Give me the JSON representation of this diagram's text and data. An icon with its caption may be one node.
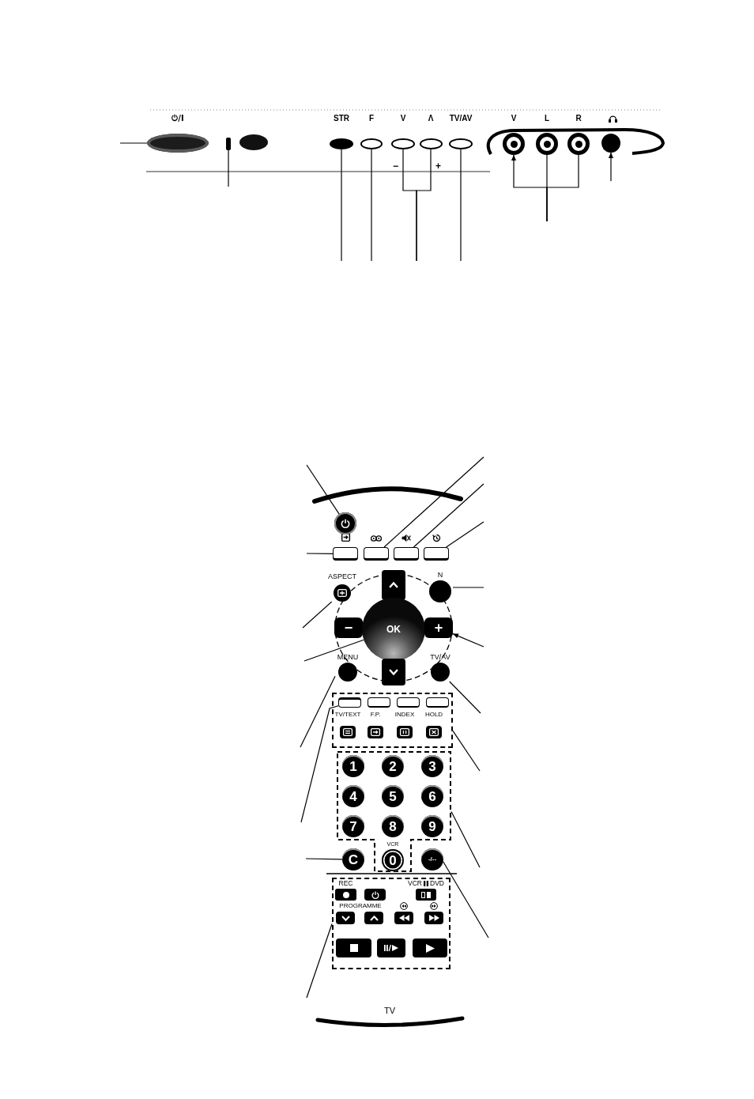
{
  "diagram": {
    "nodes": [
      {
        "text": [
          "⏻/I"
        ]
      },
      {
        "text": [],
        "shape": "bar"
      },
      {
        "text": [
          "STR"
        ]
      },
      {
        "text": [
          "F"
        ]
      },
      {
        "text": [
          "V"
        ]
      },
      {
        "text": [
          "Λ"
        ]
      },
      {
        "text": [
          "TV/AV"
        ]
      },
      {
        "text": [
          "V"
        ]
      },
      {
        "text": [
          "L"
        ]
      },
      {
        "text": [
          "R"
        ]
      },
      {
        "text": [],
        "shape": "circle"
      },
      {
        "text": [],
        "shape": "circle"
      },
      {
        "text": [],
        "shape": "box"
      },
      {
        "text": [],
        "shape": "box"
      },
      {
        "text": [],
        "shape": "box"
      },
      {
        "text": [],
        "shape": "box"
      },
      {
        "text": [
          "ASPECT"
        ]
      },
      {
        "text": [],
        "shape": "box"
      },
      {
        "text": [
          "N"
        ]
      },
      {
        "text": [
          "−"
        ]
      },
      {
        "text": [
          "OK"
        ]
      },
      {
        "text": [
          "+"
        ]
      },
      {
        "text": [
          "MENU"
        ]
      },
      {
        "text": [],
        "shape": "box"
      },
      {
        "text": [
          "TV/AV"
        ]
      },
      {
        "text": [],
        "shape": "box"
      },
      {
        "text": [],
        "shape": "box",
        "in": 25
      },
      {
        "text": [],
        "shape": "box",
        "in": 25
      },
      {
        "text": [],
        "shape": "box",
        "in": 25
      },
      {
        "text": [],
        "shape": "box",
        "in": 25
      },
      {
        "text": [
          "TV/TEXT"
        ],
        "in": 25
      },
      {
        "text": [
          "F.P."
        ],
        "in": 25
      },
      {
        "text": [
          "INDEX"
        ],
        "in": 25
      },
      {
        "text": [
          "HOLD"
        ],
        "in": 25
      },
      {
        "text": [],
        "shape": "box"
      },
      {
        "text": [
          "1"
        ],
        "in": 34
      },
      {
        "text": [
          "2"
        ],
        "in": 34
      },
      {
        "text": [
          "3"
        ],
        "in": 34
      },
      {
        "text": [
          "4"
        ],
        "in": 34
      },
      {
        "text": [
          "5"
        ],
        "in": 34
      },
      {
        "text": [
          "6"
        ],
        "in": 34
      },
      {
        "text": [
          "7"
        ],
        "in": 34
      },
      {
        "text": [
          "8"
        ],
        "in": 34
      },
      {
        "text": [
          "9"
        ],
        "in": 34
      },
      {
        "text": [
          "C"
        ]
      },
      {
        "text": [
          "VCR",
          "0"
        ],
        "in": 34
      },
      {
        "text": [
          "-/--"
        ]
      },
      {
        "text": [],
        "shape": "box"
      },
      {
        "text": [
          "REC"
        ],
        "in": 47
      },
      {
        "text": [],
        "shape": "box",
        "in": 47
      },
      {
        "text": [
          "VCR",
          "DVD"
        ],
        "in": 47
      },
      {
        "text": [],
        "shape": "box",
        "in": 47
      },
      {
        "text": [],
        "shape": "box",
        "in": 47
      },
      {
        "text": [],
        "shape": "box",
        "in": 47
      },
      {
        "text": [],
        "shape": "box",
        "in": 47
      },
      {
        "text": [],
        "shape": "box",
        "in": 47
      },
      {
        "text": [],
        "shape": "box",
        "in": 47
      },
      {
        "text": [],
        "shape": "box",
        "in": 47
      }
    ],
    "edges": [
      {
        "from": null,
        "to": 0,
        "arrow": "none"
      },
      {
        "from": null,
        "to": 1,
        "arrow": "none"
      },
      {
        "from": null,
        "to": 2,
        "arrow": "none"
      },
      {
        "from": null,
        "to": 3,
        "arrow": "none"
      },
      {
        "from": null,
        "to": 4,
        "arrow": "none"
      },
      {
        "from": null,
        "to": 5,
        "arrow": "none"
      },
      {
        "from": null,
        "to": 6,
        "arrow": "none"
      },
      {
        "from": null,
        "to": 7,
        "arrow": "to"
      },
      {
        "from": null,
        "to": 8,
        "arrow": "none"
      },
      {
        "from": null,
        "to": 9,
        "arrow": "none"
      },
      {
        "from": null,
        "to": 10,
        "arrow": "to"
      },
      {
        "from": null,
        "to": 11,
        "arrow": "none"
      },
      {
        "from": null,
        "to": 12,
        "arrow": "none"
      },
      {
        "from": null,
        "to": 13,
        "arrow": "none"
      },
      {
        "from": null,
        "to": 14,
        "arrow": "none"
      },
      {
        "from": null,
        "to": 15,
        "arrow": "none"
      },
      {
        "from": null,
        "to": 16,
        "arrow": "none"
      },
      {
        "from": null,
        "to": 18,
        "arrow": "none"
      },
      {
        "from": null,
        "to": 20,
        "arrow": "none"
      },
      {
        "from": null,
        "to": 21,
        "arrow": "to"
      },
      {
        "from": null,
        "to": 22,
        "arrow": "none"
      },
      {
        "from": null,
        "to": 24,
        "arrow": "none"
      },
      {
        "from": null,
        "to": 26,
        "arrow": "none"
      },
      {
        "from": null,
        "to": 25,
        "arrow": "none"
      },
      {
        "from": null,
        "to": 34,
        "arrow": "none"
      },
      {
        "from": null,
        "to": 44,
        "arrow": "none"
      },
      {
        "from": null,
        "to": 46,
        "arrow": "none"
      },
      {
        "from": null,
        "to": 47,
        "arrow": "none"
      }
    ],
    "labels": [
      "−",
      "+",
      "PROGRAMME",
      "TV"
    ]
  }
}
